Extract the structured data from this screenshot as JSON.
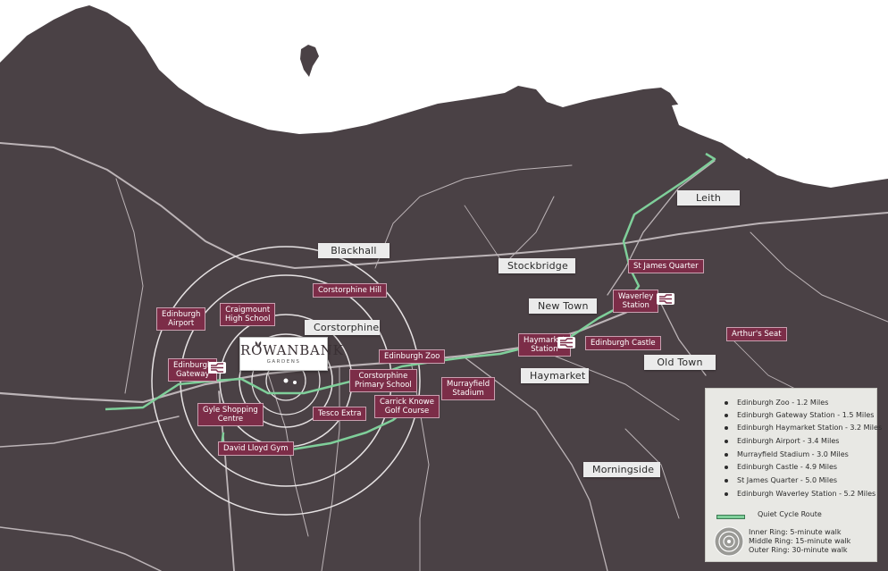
{
  "map": {
    "area_labels": [
      {
        "id": "leith",
        "text": "Leith"
      },
      {
        "id": "blackhall",
        "text": "Blackhall"
      },
      {
        "id": "stockbridge",
        "text": "Stockbridge"
      },
      {
        "id": "new-town",
        "text": "New Town"
      },
      {
        "id": "corstorphine",
        "text": "Corstorphine"
      },
      {
        "id": "haymarket",
        "text": "Haymarket"
      },
      {
        "id": "old-town",
        "text": "Old Town"
      },
      {
        "id": "morningside",
        "text": "Morningside"
      }
    ],
    "poi_labels": [
      {
        "id": "edinburgh-airport",
        "text": "Edinburgh\nAirport"
      },
      {
        "id": "craigmount-high-school",
        "text": "Craigmount\nHigh School"
      },
      {
        "id": "corstorphine-hill",
        "text": "Corstorphine Hill"
      },
      {
        "id": "edinburgh-gateway",
        "text": "Edinburgh\nGateway"
      },
      {
        "id": "edinburgh-zoo",
        "text": "Edinburgh Zoo"
      },
      {
        "id": "corstorphine-primary-school",
        "text": "Corstorphine\nPrimary School"
      },
      {
        "id": "gyle-shopping-centre",
        "text": "Gyle Shopping\nCentre"
      },
      {
        "id": "tesco-extra",
        "text": "Tesco Extra"
      },
      {
        "id": "carrick-knowe-golf-course",
        "text": "Carrick Knowe\nGolf Course"
      },
      {
        "id": "murrayfield-stadium",
        "text": "Murrayfield\nStadium"
      },
      {
        "id": "david-lloyd-gym",
        "text": "David Lloyd Gym"
      },
      {
        "id": "haymarket-station",
        "text": "Haymarket\nStation"
      },
      {
        "id": "edinburgh-castle",
        "text": "Edinburgh Castle"
      },
      {
        "id": "waverley-station",
        "text": "Waverley\nStation"
      },
      {
        "id": "st-james-quarter",
        "text": "St James Quarter"
      },
      {
        "id": "arthurs-seat",
        "text": "Arthur's Seat"
      }
    ],
    "logo": {
      "name": "ROWANBANK",
      "subtitle": "GARDENS"
    },
    "colors": {
      "land": "#4a4145",
      "sea": "#ffffff",
      "road": "#bcb4b7",
      "poi": "#7c2d48",
      "cycle": "#7fcf9a",
      "label": "#ebebeb"
    }
  },
  "legend": {
    "distances": [
      "Edinburgh Zoo - 1.2 Miles",
      "Edinburgh Gateway Station - 1.5 Miles",
      "Edinburgh Haymarket Station - 3.2 Miles",
      "Edinburgh Airport - 3.4 Miles",
      "Murrayfield Stadium - 3.0 Miles",
      "Edinburgh Castle - 4.9 Miles",
      "St James Quarter - 5.0 Miles",
      "Edinburgh Waverley Station - 5.2 Miles"
    ],
    "cycle_route": "Quiet Cycle Route",
    "rings": [
      "Inner Ring: 5-minute walk",
      "Middle Ring: 15-minute walk",
      "Outer Ring: 30-minute walk"
    ]
  }
}
